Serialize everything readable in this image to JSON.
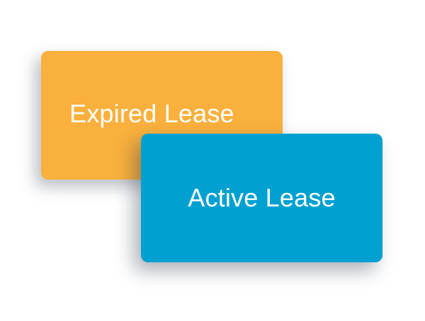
{
  "cards": [
    {
      "id": "expired",
      "label": "Expired Lease",
      "color": "#f9b03d"
    },
    {
      "id": "active",
      "label": "Active Lease",
      "color": "#00a1d1"
    }
  ]
}
